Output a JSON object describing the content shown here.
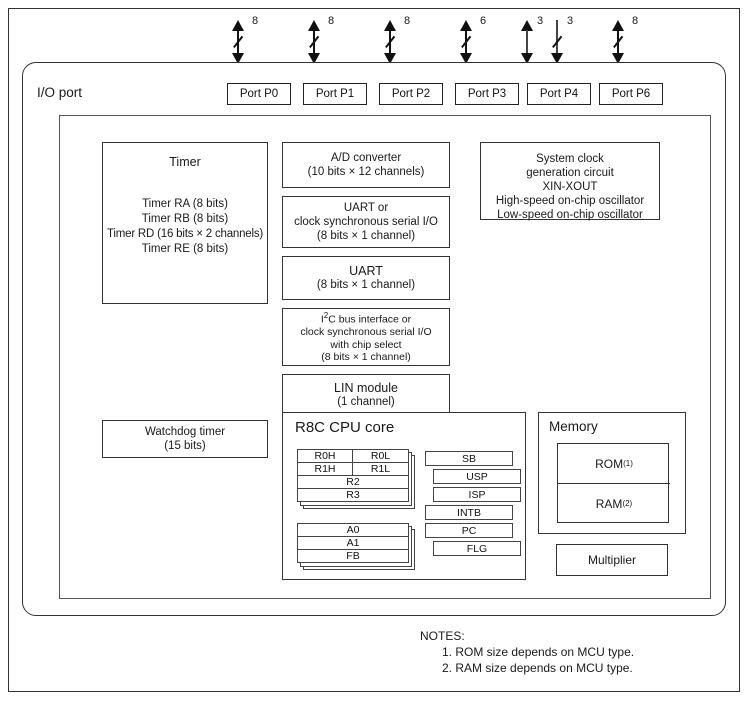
{
  "diagram": {
    "io_port_label": "I/O port",
    "ports": [
      {
        "label": "Port P0",
        "width": "8",
        "type": "bidirectional"
      },
      {
        "label": "Port P1",
        "width": "8",
        "type": "bidirectional"
      },
      {
        "label": "Port P2",
        "width": "8",
        "type": "bidirectional"
      },
      {
        "label": "Port P3",
        "width": "6",
        "type": "bidirectional"
      },
      {
        "label": "Port P4",
        "width": "3",
        "width2": "3",
        "type": "bidirectional-plus-input"
      },
      {
        "label": "Port P6",
        "width": "8",
        "type": "bidirectional"
      }
    ],
    "timer": {
      "title": "Timer",
      "lines": [
        "Timer RA (8 bits)",
        "Timer RB (8 bits)",
        "Timer RD (16 bits × 2 channels)",
        "Timer RE (8 bits)"
      ]
    },
    "ad_converter": {
      "lines": [
        "A/D converter",
        "(10 bits × 12 channels)"
      ]
    },
    "uart_or_ssio": {
      "lines": [
        "UART or",
        "clock synchronous serial I/O",
        "(8 bits × 1 channel)"
      ]
    },
    "uart": {
      "lines": [
        "UART",
        "(8 bits × 1 channel)"
      ]
    },
    "i2c": {
      "line1_pre": "I",
      "line1_sup": "2",
      "line1_post": "C bus interface or",
      "lines": [
        "clock synchronous serial I/O",
        "with chip select",
        "(8 bits × 1 channel)"
      ]
    },
    "lin_module": {
      "lines": [
        "LIN module",
        "(1 channel)"
      ]
    },
    "system_clock": {
      "lines": [
        "System clock",
        "generation circuit"
      ],
      "lines2": [
        "XIN-XOUT",
        "High-speed on-chip oscillator",
        "Low-speed on-chip oscillator"
      ]
    },
    "watchdog": {
      "lines": [
        "Watchdog timer",
        "(15 bits)"
      ]
    },
    "cpu_core": {
      "title": "R8C CPU core",
      "data_registers": [
        {
          "left": "R0H",
          "right": "R0L"
        },
        {
          "left": "R1H",
          "right": "R1L"
        }
      ],
      "wide_registers": [
        "R2",
        "R3"
      ],
      "address_registers": [
        "A0",
        "A1",
        "FB"
      ],
      "control_registers": [
        "SB",
        "USP",
        "ISP",
        "INTB",
        "PC",
        "FLG"
      ]
    },
    "memory": {
      "title": "Memory",
      "rom": {
        "label": "ROM",
        "note": "(1)"
      },
      "ram": {
        "label": "RAM",
        "note": "(2)"
      }
    },
    "multiplier": {
      "label": "Multiplier"
    },
    "notes": {
      "heading": "NOTES:",
      "items": [
        "1. ROM size depends on MCU type.",
        "2. RAM size depends on MCU type."
      ]
    }
  }
}
